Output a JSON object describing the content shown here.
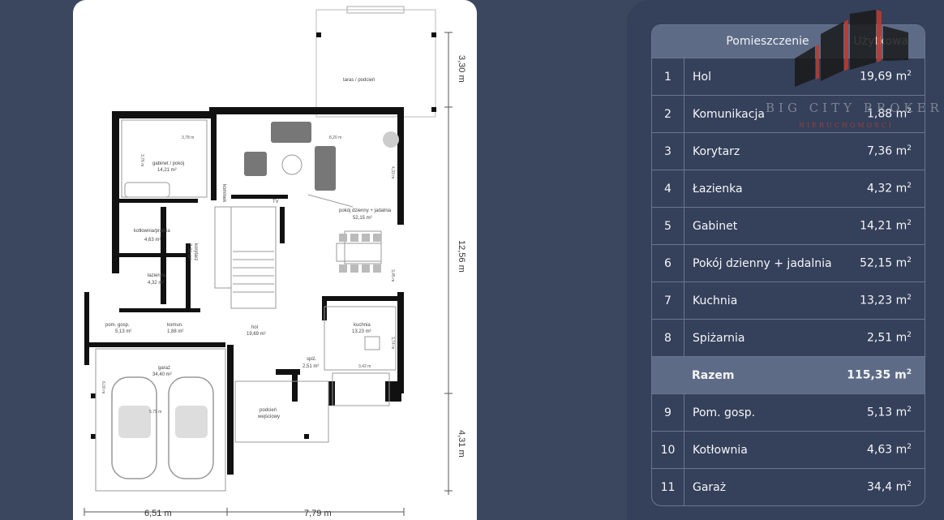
{
  "plan": {
    "labels": {
      "taras": "taras / podcień",
      "gabinet": "gabinet / pokój",
      "gabinet_area": "14,21 m²",
      "kotlownia": "kotłownia/pralnia",
      "kotlownia_area": "4,63 m²",
      "lazienka": "łazienka",
      "lazienka_area": "4,32 m²",
      "korytarz": "korytarz",
      "korytarz_area": "7,36 m²",
      "pom_gosp": "pom. gosp.",
      "pom_gosp_area": "5,13 m²",
      "komun": "komun.",
      "komun_area": "1,88 m²",
      "hol": "hol",
      "hol_area": "19,69 m²",
      "pokoj": "pokój dzienny + jadalnia",
      "pokoj_area": "52,15 m²",
      "kuchnia": "kuchnia",
      "kuchnia_area": "13,23 m²",
      "spiz": "spiż.",
      "spiz_area": "2,51 m²",
      "garaz": "garaż",
      "garaz_area": "34,40 m²",
      "podcien": "podcień",
      "wejsciowy": "wejściowy",
      "tv": "TV",
      "kominek": "kominek",
      "dim_378": "3,78 m",
      "dim_376": "3,76 m",
      "dim_820": "8,20 m",
      "dim_433": "4,33 m",
      "dim_345": "3,45 m",
      "dim_374": "3,74 m",
      "dim_342": "3,42 m",
      "dim_575": "5,75 m",
      "dim_600": "6,00 m",
      "dim_330": "3,30 m",
      "dim_1256": "12,56 m",
      "dim_431": "4,31 m",
      "dim_651": "6,51 m",
      "dim_779": "7,79 m"
    }
  },
  "table": {
    "header": {
      "room": "Pomieszczenie",
      "area": "Użytkowa"
    },
    "rows": [
      {
        "num": "1",
        "name": "Hol",
        "area": "19,69 m",
        "unit": "2"
      },
      {
        "num": "2",
        "name": "Komunikacja",
        "area": "1,88 m",
        "unit": "2"
      },
      {
        "num": "3",
        "name": "Korytarz",
        "area": "7,36 m",
        "unit": "2"
      },
      {
        "num": "4",
        "name": "Łazienka",
        "area": "4,32 m",
        "unit": "2"
      },
      {
        "num": "5",
        "name": "Gabinet",
        "area": "14,21 m",
        "unit": "2"
      },
      {
        "num": "6",
        "name": "Pokój dzienny + jadalnia",
        "area": "52,15 m",
        "unit": "2"
      },
      {
        "num": "7",
        "name": "Kuchnia",
        "area": "13,23 m",
        "unit": "2"
      },
      {
        "num": "8",
        "name": "Spiżarnia",
        "area": "2,51 m",
        "unit": "2"
      }
    ],
    "total": {
      "name": "Razem",
      "area": "115,35 m",
      "unit": "2"
    },
    "rows2": [
      {
        "num": "9",
        "name": "Pom. gosp.",
        "area": "5,13 m",
        "unit": "2"
      },
      {
        "num": "10",
        "name": "Kotłownia",
        "area": "4,63 m",
        "unit": "2"
      },
      {
        "num": "11",
        "name": "Garaż",
        "area": "34,4 m",
        "unit": "2"
      }
    ]
  },
  "logo": {
    "name": "BIG CITY BROKER",
    "tagline": "NIERUCHOMOŚCI",
    "colors": {
      "dark": "#1a1a1a",
      "red": "#c0392b"
    }
  },
  "colors": {
    "background": "#3b475e",
    "panel": "#35405a",
    "table_header": "#5d6b86",
    "wall": "#111111"
  }
}
